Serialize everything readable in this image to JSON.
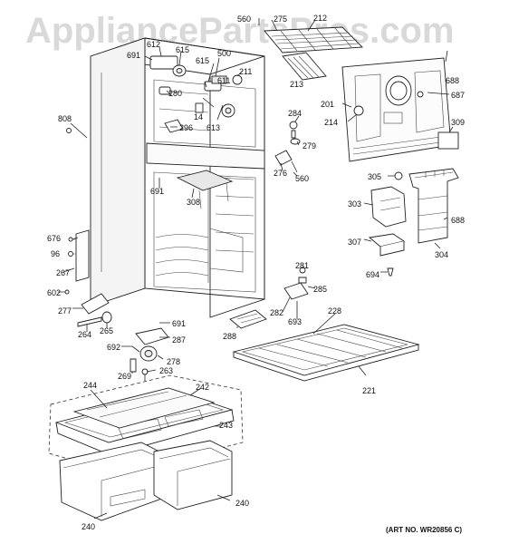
{
  "watermark": "AppliancePartsPros.com",
  "art_number": "(ART NO. WR20856 C)",
  "labels": [
    "560",
    "275",
    "212",
    "612",
    "615",
    "691",
    "500",
    "615",
    "211",
    "688",
    "687",
    "201",
    "214",
    "213",
    "280",
    "611",
    "14",
    "613",
    "296",
    "284",
    "279",
    "276",
    "560",
    "808",
    "309",
    "305",
    "691",
    "308",
    "303",
    "688",
    "307",
    "304",
    "676",
    "96",
    "267",
    "281",
    "285",
    "694",
    "602",
    "277",
    "282",
    "693",
    "228",
    "264",
    "265",
    "691",
    "287",
    "288",
    "692",
    "278",
    "269",
    "263",
    "244",
    "242",
    "243",
    "221",
    "240",
    "240"
  ]
}
